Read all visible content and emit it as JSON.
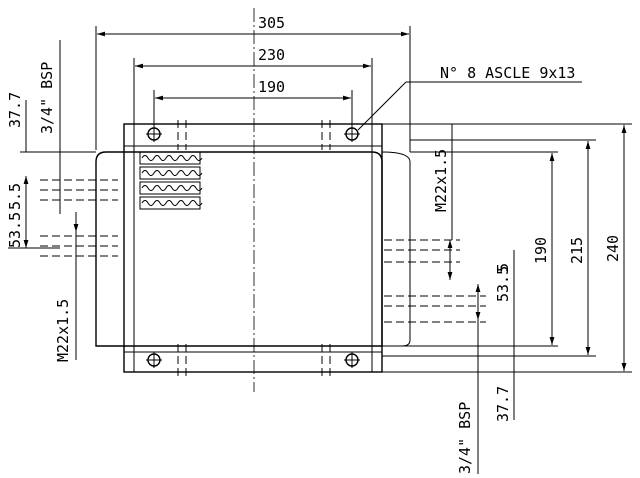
{
  "dimensions": {
    "width_overall": "305",
    "width_mid": "230",
    "width_holes": "190",
    "height_overall": "240",
    "height_mid": "215",
    "height_holes": "190",
    "left_offset_top": "37.7",
    "left_pitch_a": "5.5",
    "left_pitch_b": "53.5",
    "right_pitch": "53.5",
    "right_offset_bottom": "37.7",
    "right_small": "5"
  },
  "labels": {
    "mounting_holes": "N° 8 ASCLE 9x13",
    "thread_right": "M22x1.5",
    "thread_left": "M22x1.5",
    "bsp_left": "3/4\" BSP",
    "bsp_right": "3/4\" BSP"
  }
}
